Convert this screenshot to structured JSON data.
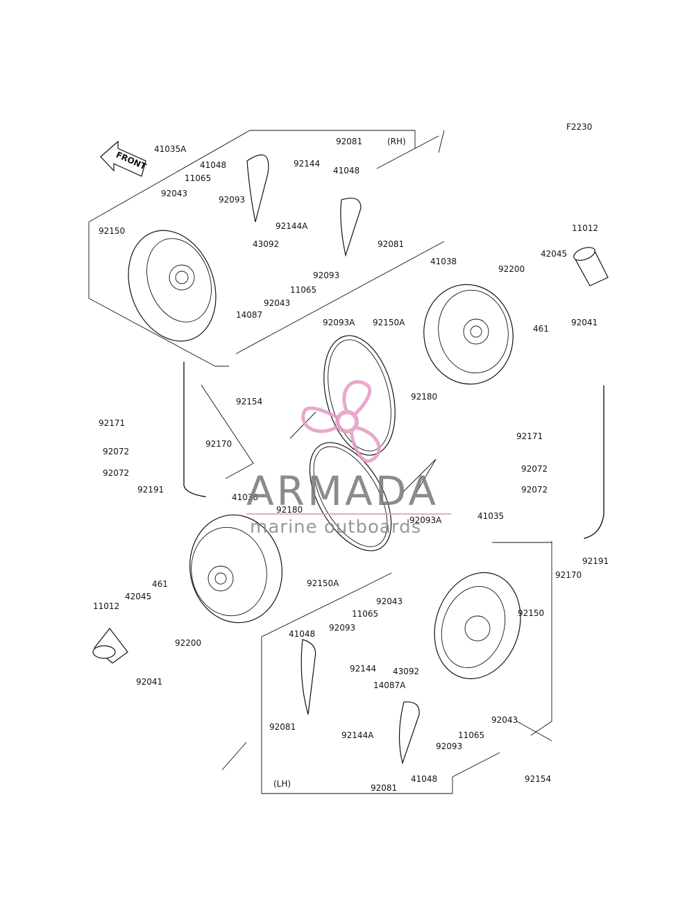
{
  "diagram": {
    "code": "F2230",
    "front_label": "FRONT",
    "side_rh": "(RH)",
    "side_lh": "(LH)",
    "colors": {
      "ink": "#111111",
      "watermark_gray": "#777777",
      "watermark_pink": "#e59bc2"
    },
    "parts_rh": [
      {
        "id": "41035A"
      },
      {
        "id": "41048"
      },
      {
        "id": "92081"
      },
      {
        "id": "92144"
      },
      {
        "id": "41048b",
        "label": "41048"
      },
      {
        "id": "11065"
      },
      {
        "id": "92043"
      },
      {
        "id": "92093"
      },
      {
        "id": "92144A"
      },
      {
        "id": "92081b",
        "label": "92081"
      },
      {
        "id": "92150"
      },
      {
        "id": "43092"
      },
      {
        "id": "92093b",
        "label": "92093"
      },
      {
        "id": "11065b",
        "label": "11065"
      },
      {
        "id": "92043b",
        "label": "92043"
      },
      {
        "id": "14087"
      },
      {
        "id": "41038"
      },
      {
        "id": "92200"
      },
      {
        "id": "42045"
      },
      {
        "id": "11012"
      },
      {
        "id": "461"
      },
      {
        "id": "92041"
      },
      {
        "id": "92093A"
      },
      {
        "id": "92150A"
      },
      {
        "id": "92180"
      },
      {
        "id": "92154"
      }
    ],
    "parts_lh": [
      {
        "id": "92171"
      },
      {
        "id": "92072"
      },
      {
        "id": "92072b",
        "label": "92072"
      },
      {
        "id": "92170"
      },
      {
        "id": "92191"
      },
      {
        "id": "41038"
      },
      {
        "id": "92180"
      },
      {
        "id": "92093A"
      },
      {
        "id": "41035"
      },
      {
        "id": "92171b",
        "label": "92171"
      },
      {
        "id": "92072c",
        "label": "92072"
      },
      {
        "id": "92072d",
        "label": "92072"
      },
      {
        "id": "92191b",
        "label": "92191"
      },
      {
        "id": "92170b",
        "label": "92170"
      },
      {
        "id": "92150A"
      },
      {
        "id": "461"
      },
      {
        "id": "42045"
      },
      {
        "id": "11012"
      },
      {
        "id": "92200"
      },
      {
        "id": "92041"
      },
      {
        "id": "92043"
      },
      {
        "id": "11065"
      },
      {
        "id": "92093"
      },
      {
        "id": "41048"
      },
      {
        "id": "92150"
      },
      {
        "id": "43092"
      },
      {
        "id": "92144"
      },
      {
        "id": "14087A"
      },
      {
        "id": "92081"
      },
      {
        "id": "92144A"
      },
      {
        "id": "92043b",
        "label": "92043"
      },
      {
        "id": "11065b",
        "label": "11065"
      },
      {
        "id": "92093b",
        "label": "92093"
      },
      {
        "id": "41048b",
        "label": "41048"
      },
      {
        "id": "92081b",
        "label": "92081"
      },
      {
        "id": "92154"
      }
    ]
  },
  "watermark": {
    "brand": "ARMADA",
    "tagline": "marine outboards"
  }
}
